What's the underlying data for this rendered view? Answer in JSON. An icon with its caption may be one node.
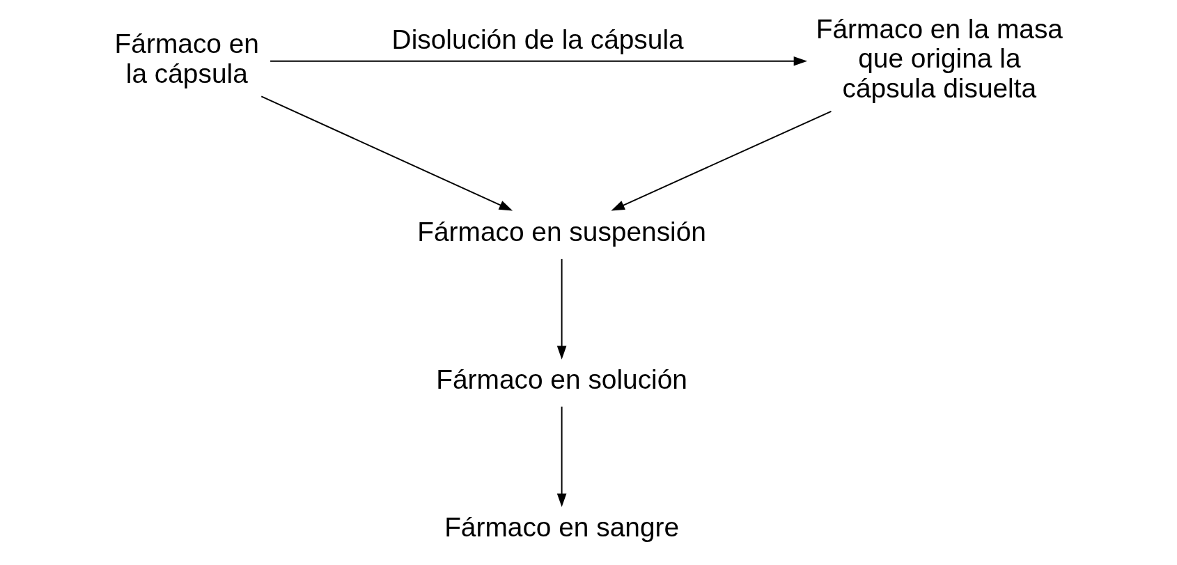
{
  "diagram": {
    "nodes": [
      {
        "text": [
          "Fármaco en la cápsula"
        ]
      },
      {
        "text": [
          "Fármaco en la masa que origina la cápsula disuelta"
        ]
      },
      {
        "text": [
          "Fármaco en suspensión"
        ]
      },
      {
        "text": [
          "Fármaco en solución"
        ]
      },
      {
        "text": [
          "Fármaco en sangre"
        ]
      }
    ],
    "edges": [
      {
        "from": 0,
        "to": 1,
        "arrow": "to",
        "label": "Disolución de la cápsula"
      },
      {
        "from": 0,
        "to": 2,
        "arrow": "to"
      },
      {
        "from": 1,
        "to": 2,
        "arrow": "to"
      },
      {
        "from": 2,
        "to": 3,
        "arrow": "to"
      },
      {
        "from": 3,
        "to": 4,
        "arrow": "to"
      }
    ]
  }
}
